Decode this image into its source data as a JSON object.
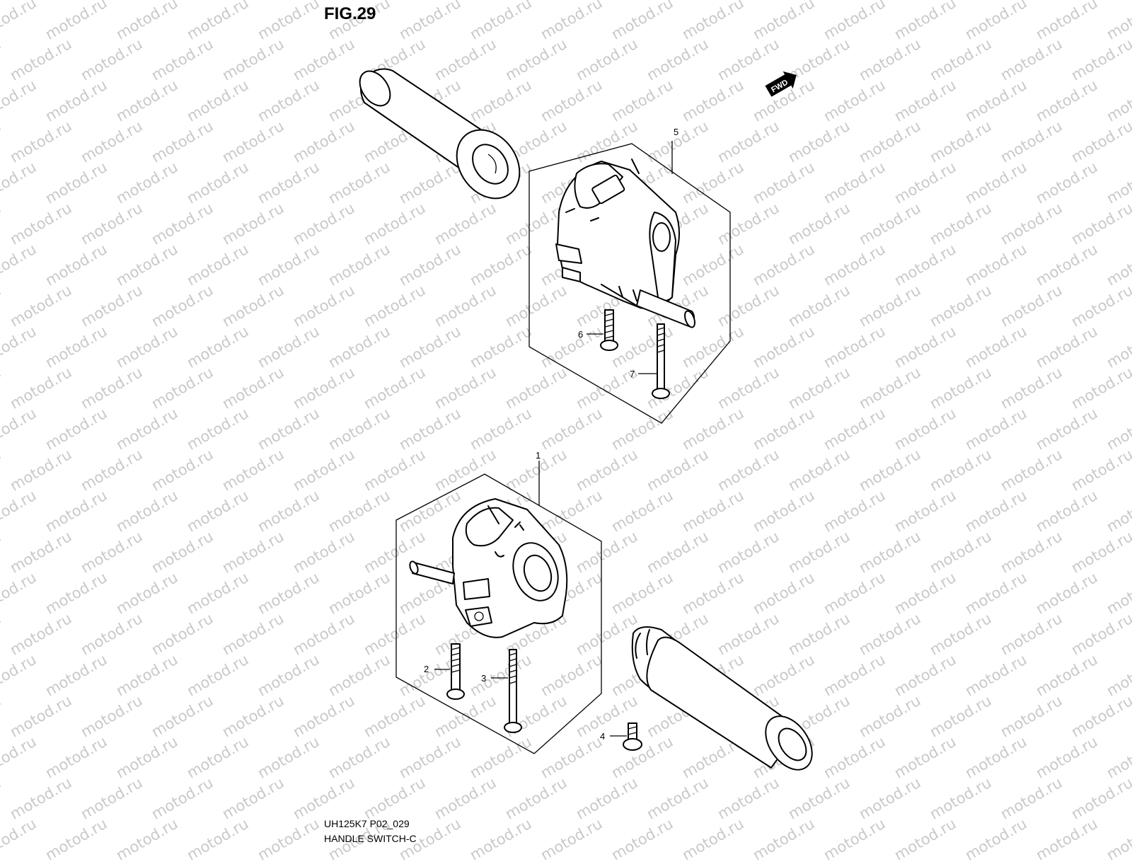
{
  "figure": {
    "title": "FIG.29",
    "watermark_text": "motod.ru",
    "model_code": "UH125K7 P02_029",
    "caption": "HANDLE SWITCH-C",
    "direction_badge": "FWD"
  },
  "callouts": [
    "1",
    "2",
    "3",
    "4",
    "5",
    "6",
    "7"
  ],
  "colors": {
    "line": "#000000",
    "watermark": "#c9c9c9",
    "background": "#ffffff"
  }
}
